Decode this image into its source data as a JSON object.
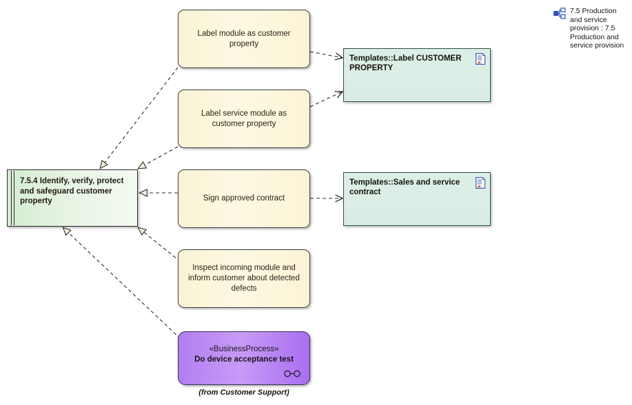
{
  "diagram": {
    "type": "uml-requirement-traceability-diagram",
    "background": "#ffffff",
    "colors": {
      "requirement_fill": "#e4f2e0",
      "activity_fill": "#fbf5da",
      "template_fill": "#dceee6",
      "process_fill": "#bd87f2",
      "arrowhead_fill": "#f7eedd",
      "line": "#2b2b2b"
    }
  },
  "legend": {
    "icon": "hierarchy-diagram-icon",
    "label": "7.5 Production and service provision : 7.5 Production and service provision"
  },
  "requirement": {
    "label": "7.5.4 Identify, verify, protect and safeguard customer property"
  },
  "activities": [
    {
      "id": "label-module",
      "label": "Label module as customer property"
    },
    {
      "id": "label-service",
      "label": "Label service module as customer property"
    },
    {
      "id": "sign-contract",
      "label": "Sign approved contract"
    },
    {
      "id": "inspect-module",
      "label": "Inspect incoming module and inform customer about detected defects"
    }
  ],
  "templates": [
    {
      "id": "label-customer-property",
      "label": "Templates::Label CUSTOMER PROPERTY",
      "icon": "document-icon"
    },
    {
      "id": "sales-service-contract",
      "label": "Templates::Sales and service contract",
      "icon": "document-icon"
    }
  ],
  "business_process": {
    "stereotype": "«BusinessProcess»",
    "label": "Do device acceptance test",
    "caption": "(from Customer Support)",
    "icon": "process-link-icon"
  },
  "connectors": [
    {
      "from": "label-module",
      "to": "requirement",
      "style": "dashed",
      "arrow": "hollow-triangle"
    },
    {
      "from": "label-service",
      "to": "requirement",
      "style": "dashed",
      "arrow": "hollow-triangle"
    },
    {
      "from": "sign-contract",
      "to": "requirement",
      "style": "dashed",
      "arrow": "hollow-triangle"
    },
    {
      "from": "inspect-module",
      "to": "requirement",
      "style": "dashed",
      "arrow": "hollow-triangle"
    },
    {
      "from": "business-process",
      "to": "requirement",
      "style": "dashed",
      "arrow": "hollow-triangle"
    },
    {
      "from": "label-module",
      "to": "label-customer-property",
      "style": "dashed",
      "arrow": "open"
    },
    {
      "from": "label-service",
      "to": "label-customer-property",
      "style": "dashed",
      "arrow": "open"
    },
    {
      "from": "sign-contract",
      "to": "sales-service-contract",
      "style": "dashed",
      "arrow": "open"
    }
  ]
}
